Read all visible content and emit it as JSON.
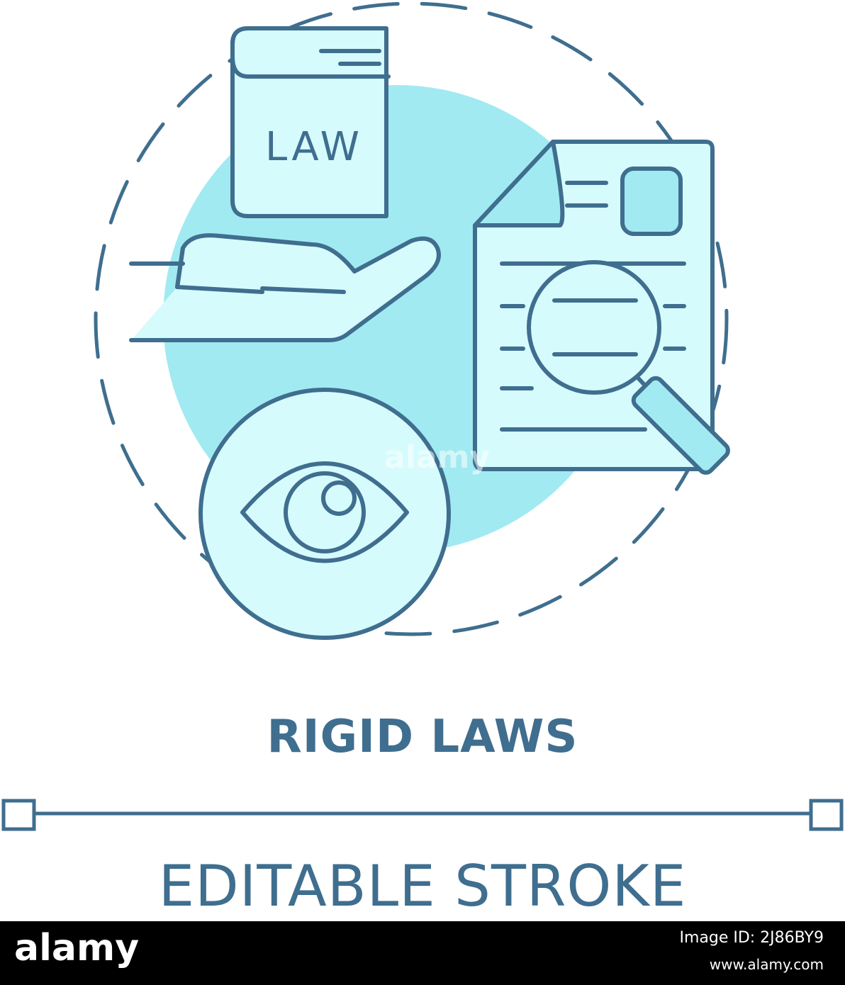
{
  "icon": {
    "book_label": "LAW",
    "stroke_color": "#3f6e8f",
    "fill_light": "#d6fbfd",
    "fill_accent": "#a1eaf2"
  },
  "caption": {
    "title": "RIGID LAWS",
    "subtitle": "EDITABLE STROKE"
  },
  "watermark": {
    "brand": "alamy",
    "image_id": "Image ID: 2J86BY9",
    "url": "www.alamy.com"
  }
}
